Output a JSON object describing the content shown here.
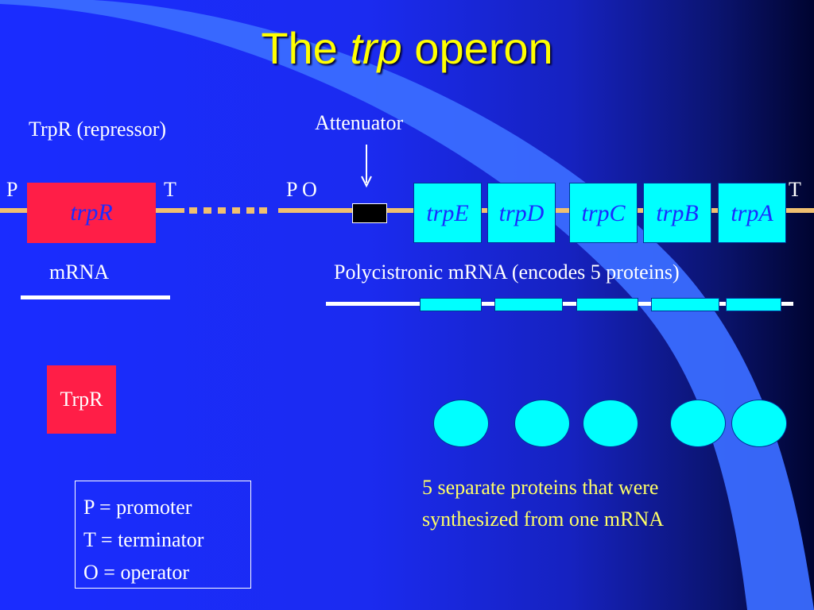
{
  "slide": {
    "title_prefix": "The ",
    "title_italic": "trp",
    "title_suffix": " operon",
    "repressor_label": "TrpR (repressor)",
    "attenuator_label": "Attenuator",
    "promoter_left": "P",
    "terminator_left": "T",
    "promoter_operator": "P O",
    "terminator_right": "T",
    "trpR_gene": "trpR",
    "genes": [
      "trpE",
      "trpD",
      "trpC",
      "trpB",
      "trpA"
    ],
    "mrna_label": "mRNA",
    "polycistronic_label": "Polycistronic mRNA (encodes 5 proteins)",
    "trpR_protein": "TrpR",
    "proteins_caption_line1": "5 separate proteins that were",
    "proteins_caption_line2": "synthesized from one mRNA",
    "legend": [
      "P = promoter",
      "T = terminator",
      "O = operator"
    ]
  },
  "colors": {
    "background": "#1a2cff",
    "title": "#ffff00",
    "gene": "#00ffff",
    "repressor": "#ff1e47",
    "dna": "#f0c070",
    "swoosh": "#3a6bff"
  }
}
